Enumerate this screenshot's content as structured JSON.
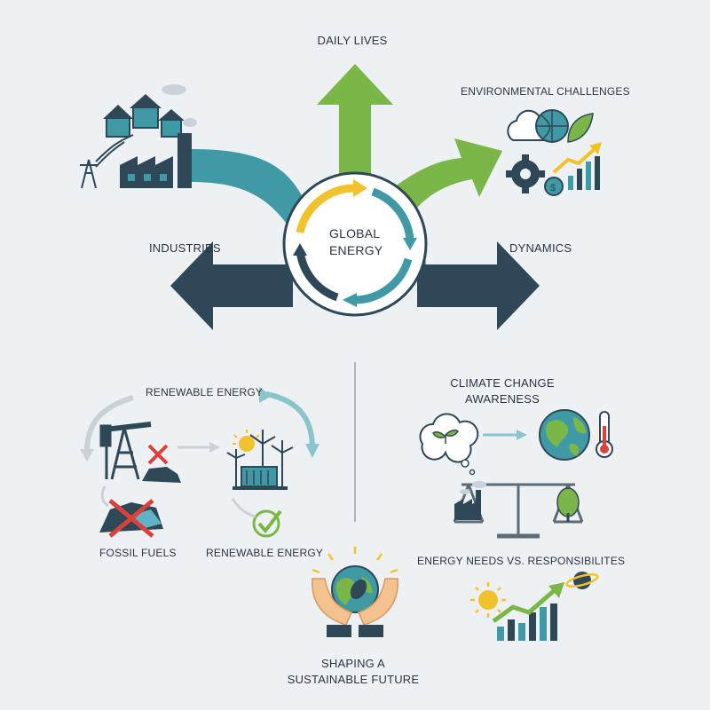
{
  "center": {
    "line1": "GLOBAL",
    "line2": "ENERGY"
  },
  "labels": {
    "daily_lives": "DAILY LIVES",
    "environmental_challenges": "ENVIRONMENTAL CHALLENGES",
    "industries": "INDUSTRIES",
    "dynamics": "DYNAMICS",
    "renewable_energy_top": "RENEWABLE ENERGY",
    "fossil_fuels": "FOSSIL FUELS",
    "renewable_energy_bottom": "RENEWABLE ENERGY",
    "climate_change_line1": "CLIMATE CHANGE",
    "climate_change_line2": "AWARENESS",
    "energy_needs": "ENERGY NEEDS VS. RESPONSIBILITES",
    "future_line1": "SHAPING A",
    "future_line2": "SUSTAINABLE FUTURE"
  },
  "colors": {
    "teal": "#3f9aa6",
    "green": "#7ab648",
    "navy": "#2f4858",
    "yellow": "#f2c12e",
    "red": "#d9413b",
    "background": "#eef1f4"
  },
  "icons": [
    "houses-icon",
    "power-tower-icon",
    "factory-icon",
    "cloud-globe-leaf-icon",
    "gears-icon",
    "growth-chart-icon",
    "oil-pump-icon",
    "coal-icon",
    "wind-turbine-icon",
    "solar-icon",
    "checkmark-icon",
    "thought-bubble-icon",
    "earth-icon",
    "thermometer-icon",
    "balance-scale-icon",
    "hands-globe-icon",
    "sun-icon",
    "planet-icon"
  ]
}
